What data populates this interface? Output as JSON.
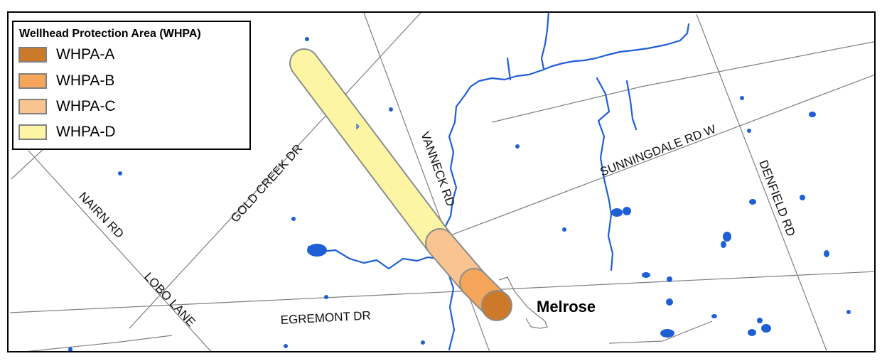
{
  "legend": {
    "title": "Wellhead Protection Area (WHPA)",
    "items": [
      {
        "label": "WHPA-A",
        "color": "#cc7a29"
      },
      {
        "label": "WHPA-B",
        "color": "#f5a65b"
      },
      {
        "label": "WHPA-C",
        "color": "#f9c492"
      },
      {
        "label": "WHPA-D",
        "color": "#fbf5a4"
      }
    ]
  },
  "roads": {
    "nairn": "NAIRN RD",
    "lobo": "LOBO LANE",
    "gold_creek": "GOLD CREEK DR",
    "vanneck": "VANNECK RD",
    "sunningdale": "SUNNINGDALE RD W",
    "denfield": "DENFIELD RD",
    "egremont": "EGREMONT DR"
  },
  "town": "Melrose",
  "colors": {
    "water": "#1f5fd6",
    "road": "#7f7f7f",
    "outline": "#8c8c8c"
  }
}
